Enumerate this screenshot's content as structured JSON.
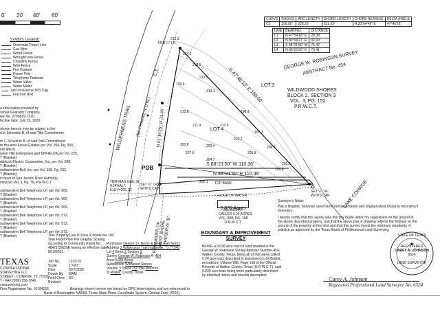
{
  "scale": {
    "ticks": [
      "0'",
      "20'",
      "40'",
      "60'"
    ]
  },
  "legend": {
    "title": "SYMBOL LEGEND",
    "items": [
      "Overhead Power Line",
      "Gas Wire",
      "Wood Fence",
      "Wrought Iron Fence",
      "Chainlink Fence",
      "Wire Fence",
      "Fire Hydrant",
      "Power Pole",
      "Telephone Pedestal",
      "Water Valve",
      "Water Meter",
      "Set Iron Rod w/TPS Cap",
      "Fnd Iron Rod"
    ]
  },
  "notes": [
    "a information provided by",
    "xonas Guaranty Company",
    "GF No. 2766829-7310",
    "fective date: July 15, 2020",
    "",
    "shown hereon may be subject to the",
    "d in Schedule B, of said Title Commitment",
    "",
    "m 1, Schedule B, of said Title Commitment",
    "m Houston Forest Estates per Vol. 204, Pg. 359,",
    "not affect)",
    "ween H&I Enterprises and SHFIELDA per Vol. 225,",
    "T (Blanket)",
    "dsbluck Electric Cooperative, Inc. per Vol. 298,",
    "T (Blanket)",
    "outhwestern Bell, Inc. per Vol. 338, Pg. 282,",
    "T (Blanket)",
    "in favor of San Jacinto River Authority",
    "mbd per Vol. 3, Pg. 79, P.R.W.C.T.",
    "",
    "outhwestern Bell Telephone LP, per Vol. 569,",
    "T (Blanket)",
    "outhwestern Bell Telephone LP, per Vol. 569,",
    "T (Blanket)",
    "outhwestern Bell Telephone LP, per Vol. 569,",
    "T (Blanket)",
    "outhwestern Bell Telephone LP, per Vol. 572,",
    "T (Blanket)",
    "outhwestern Bell Telephone LP, per Vol. 572,",
    "T (Blanket)",
    "outhwestern Bell Telephone LP, per Vol. 573,",
    "T (Blanket)"
  ],
  "curve_table": {
    "headers": [
      "CURVE",
      "RADIUS",
      "ARC LENGTH",
      "CHORD LENGTH",
      "CHORD BEARING",
      "DELTA ANGLE"
    ],
    "rows": [
      [
        "C1",
        "258.00'",
        "228.25'",
        "221.32'",
        "N 20°04'49\" E",
        "47°46'16\""
      ]
    ]
  },
  "line_table": {
    "headers": [
      "LINE",
      "BEARING",
      "DISTANCE"
    ],
    "rows": [
      [
        "L1",
        "N 47°54'18\" E",
        "28.38'"
      ],
      [
        "L2",
        "N 82°09'27\" E",
        "32.00'"
      ],
      [
        "L3",
        "S 88°21'50\" W",
        "76.42'"
      ],
      [
        "L4",
        "N 88°21'50\" E",
        "70.41'"
      ]
    ]
  },
  "survey": {
    "survey_name": "GEORGE W. ROBINSON SURVEY",
    "abstract": "ABSTRACT No. 454",
    "subdivision": [
      "WILDWOOD SHORES",
      "BLOCK 2, SECTION 3",
      "VOL. 3, PG. 152",
      "P.R.W.C.T."
    ],
    "lot3": "LOT 3",
    "lot4": "LOT 4",
    "road": "WILDERNESS TRAIL",
    "road_row": "(50' PRIVATE R.O.W.)",
    "lake": "LAKE CONROE",
    "pob": "POB",
    "remainder": "REMAINDER OF",
    "remainder2": "WEST SHORE",
    "remainder3": "RESERVE \"B\"",
    "ct": "C.T.",
    "bearing_north": "S 47°46'13\" E 160.50'",
    "bearing_west": "N 01°14'25\" W 31.46'",
    "bearing_top": "S 88°21'50\" W 110.36'",
    "bearing_mid": "N 88°21'50\" E 110.36'",
    "top_bank": "TOP BANK",
    "water": "EDGE OF WATER",
    "nail": "TBM-MAG NAIL IN ASPHALT ELEV=205.15'",
    "fnd1": "FND ½\" I.R.",
    "set1": "SET ½\" I.R. W/TPS CAP",
    "set2": "SET ½\" I.R. W/TPS CAP",
    "area_title": "0.039 Acres",
    "area_note": [
      "JILL BOBBIT",
      "CALLED 0.24 ACRES",
      "VOL. 898, PG. 168",
      "O.R.W.C.T."
    ],
    "elevs": [
      "215.3",
      "214.2",
      "214.5",
      "213.5",
      "213.1",
      "212.8",
      "212.5",
      "211.9",
      "210.2",
      "209.4",
      "207.6",
      "205.8",
      "205.4",
      "204.7",
      "203.6",
      "202.1",
      "201.9",
      "200.8",
      "199.5",
      "198.3",
      "197.3"
    ]
  },
  "surveyor_notes": {
    "intro": "Surveyor's Notes",
    "n1": "Plat is illegible. Surveyor used found monumentation and original intent of plat to reconstruct boundary.",
    "cert": "I hereby certify that this survey was this day made under my supervision on the ground of the above described property, and that the above plat or drawing reflects the findings on the ground of the property at this time and that this survey meets the minimum standards of practice as approved by the Texas Board of Professional Land Surveying."
  },
  "flood": {
    "l1": "This Property Lies in Zone X inside the 100",
    "l2": "Year Flood Plain Per Graphic Scaling,",
    "l3": "according to Community Panel No.",
    "l4": "48471C0650E having an effective date",
    "l5": "8/16/2011."
  },
  "job": {
    "job_label": "Job No.",
    "job": "L315-01",
    "scale_label": "Scale",
    "scale": "1\"=20'",
    "date_label": "Date",
    "date": "8/27/2020",
    "drawn_label": "Drawn By",
    "drawn": "MAM",
    "field_label": "Field Crew",
    "field": "SS",
    "rev_label": "Revised",
    "rev": ""
  },
  "purchaser": {
    "purch_label": "Purchaser",
    "purch": "Dendon D. Norris & Chad Alan Norris",
    "addr_label": "Address",
    "addr": "2 Wilderness Trail Huntsville, Tx 77340",
    "lot_label": "Lot",
    "lot": "4",
    "block_label": "Block",
    "block": "2",
    "section_label": "Section",
    "section": "3",
    "survey_label": "Survey",
    "survey": "George W. Robinson",
    "abs_label": "A-",
    "abs": "454",
    "area_label": "Area",
    "area": "0.039 Acres",
    "subdiv_label": "Subdivision",
    "subdiv": "Wildwood Shores",
    "vol_label": "Volume",
    "vol": "3",
    "sheet_label": "Sheet",
    "sheet": "152",
    "plat_label": "Plat",
    "plat": "Records",
    "county_label": "of",
    "county": "Walker",
    "county_suffix": "County, Texas"
  },
  "boundary": {
    "title": "BOUNDARY & IMPROVEMENT",
    "sub": "SURVEY",
    "desc": "BEING a 0.039 acre tract of land situated in the George W. Robinson Survey Abstract Number 454, Walker County, Texas, being all of that same called 0.24 acre tract described in instrument to Jill Bobbit, recorded in Volume 898, Page 168 of the Official Records of Walker County, Texas (O.R.W.C.T.), said 0.039 acre tract being more particularly described by attached metes and bounds description"
  },
  "bearings_note": {
    "l1": "Bearings shown hereon are based on GPS observations and are referenced to",
    "l2": "the NAD83, Texas State Plane Coordinate System, Central Zone (4203).",
    "basis": "Basis of Bearings"
  },
  "company": {
    "name": "TEXAS",
    "lines": [
      "C PROFESSIONAL",
      "SURVEYING LLC",
      "STREET - CONROE, TX 77303",
      "T - FAX (936) 756-7849",
      "xassurveying.com",
      "Firm Registration No. 10194155"
    ]
  },
  "signature": {
    "name": "Carey A. Johnson",
    "title": "Registered Professional Land Surveyor No. 6524"
  },
  "seal": {
    "top": "STATE OF TEXAS",
    "registered": "REGISTERED",
    "name": "CAREY A. JOHNSON",
    "num": "6524",
    "bottom": "LAND SURVEYOR"
  }
}
